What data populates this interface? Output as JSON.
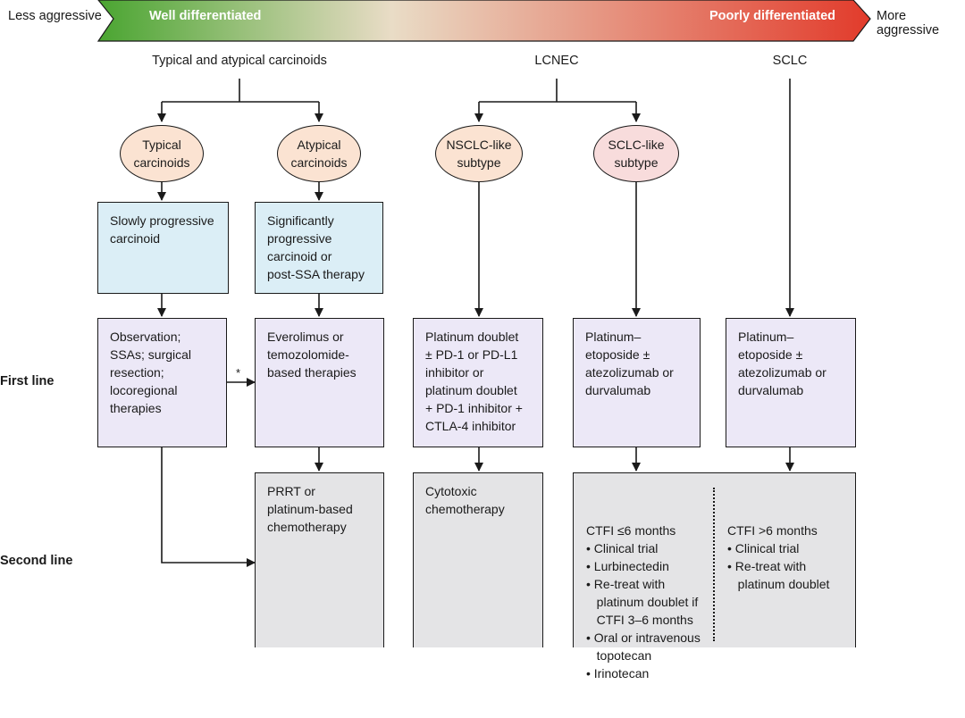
{
  "colors": {
    "banner_start": "#4aa531",
    "banner_mid": "#e9dcc6",
    "banner_end": "#e23b2b",
    "oval_peach": "#fbe3d2",
    "oval_pink": "#f8dcdc",
    "box_blue": "#dbeef6",
    "box_lavender": "#ece8f7",
    "box_grey": "#e4e4e6"
  },
  "banner": {
    "less": "Less aggressive",
    "well": "Well differentiated",
    "poorly": "Poorly differentiated",
    "more": "More aggressive"
  },
  "groups": {
    "carcinoids": "Typical and atypical carcinoids",
    "lcnec": "LCNEC",
    "sclc": "SCLC"
  },
  "ovals": {
    "typical": [
      "Typical",
      "carcinoids"
    ],
    "atypical": [
      "Atypical",
      "carcinoids"
    ],
    "nsclc_like": [
      "NSCLC-like",
      "subtype"
    ],
    "sclc_like": [
      "SCLC-like",
      "subtype"
    ]
  },
  "stage_boxes": {
    "slow": [
      "Slowly progressive",
      "carcinoid"
    ],
    "significant": [
      "Significantly",
      "progressive",
      "carcinoid or",
      "post-SSA therapy"
    ]
  },
  "rows": {
    "first": "First line",
    "second": "Second line"
  },
  "asterisk": "*",
  "first_line": {
    "observation": [
      "Observation;",
      "SSAs; surgical",
      "resection;",
      "locoregional",
      "therapies"
    ],
    "everolimus": [
      "Everolimus or",
      "temozolomide-",
      "based therapies"
    ],
    "platinum_pd1": [
      "Platinum doublet",
      "± PD-1 or PD-L1",
      "inhibitor or",
      "platinum doublet",
      "+ PD-1 inhibitor +",
      "CTLA-4 inhibitor"
    ],
    "lcnec_sclc_like": [
      "Platinum–",
      "etoposide ±",
      "atezolizumab or",
      "durvalumab"
    ],
    "sclc": [
      "Platinum–",
      "etoposide ±",
      "atezolizumab or",
      "durvalumab"
    ]
  },
  "second_line": {
    "prrt": [
      "PRRT or",
      "platinum-based",
      "chemotherapy"
    ],
    "cytotoxic": [
      "Cytotoxic",
      "chemotherapy"
    ],
    "ctfi_short": [
      "CTFI ≤6 months",
      "• Clinical trial",
      "• Lurbinectedin",
      "• Re-treat with",
      "   platinum doublet if",
      "   CTFI 3–6 months",
      "• Oral or intravenous",
      "   topotecan",
      "• Irinotecan"
    ],
    "ctfi_long": [
      "CTFI >6 months",
      "• Clinical trial",
      "• Re-treat with",
      "   platinum doublet"
    ]
  }
}
